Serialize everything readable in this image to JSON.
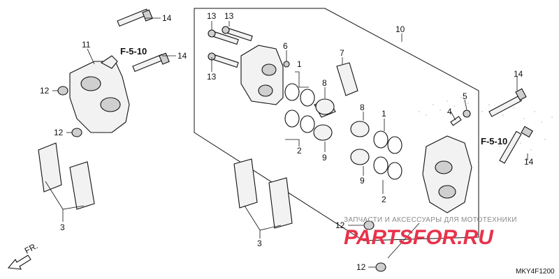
{
  "callouts": {
    "c1a": "1",
    "c1b": "1",
    "c2a": "2",
    "c2b": "2",
    "c3a": "3",
    "c3b": "3",
    "c4": "4",
    "c5": "5",
    "c6": "6",
    "c7": "7",
    "c8a": "8",
    "c8b": "8",
    "c9a": "9",
    "c9b": "9",
    "c10": "10",
    "c11": "11",
    "c12a": "12",
    "c12b": "12",
    "c12c": "12",
    "c12d": "12",
    "c13a": "13",
    "c13b": "13",
    "c13c": "13",
    "c14a": "14",
    "c14b": "14",
    "c14c": "14",
    "c14d": "14"
  },
  "references": {
    "left": "F-5-10",
    "right": "F-5-10"
  },
  "front_label": "FR.",
  "diagram_code": "MKY4F1200",
  "watermark": {
    "line": "ЗАПЧАСТИ И АКСЕССУАРЫ ДЛЯ МОТОТЕХНИКИ",
    "brand": "PARTSFOR.RU",
    "color": "#e8324b"
  }
}
